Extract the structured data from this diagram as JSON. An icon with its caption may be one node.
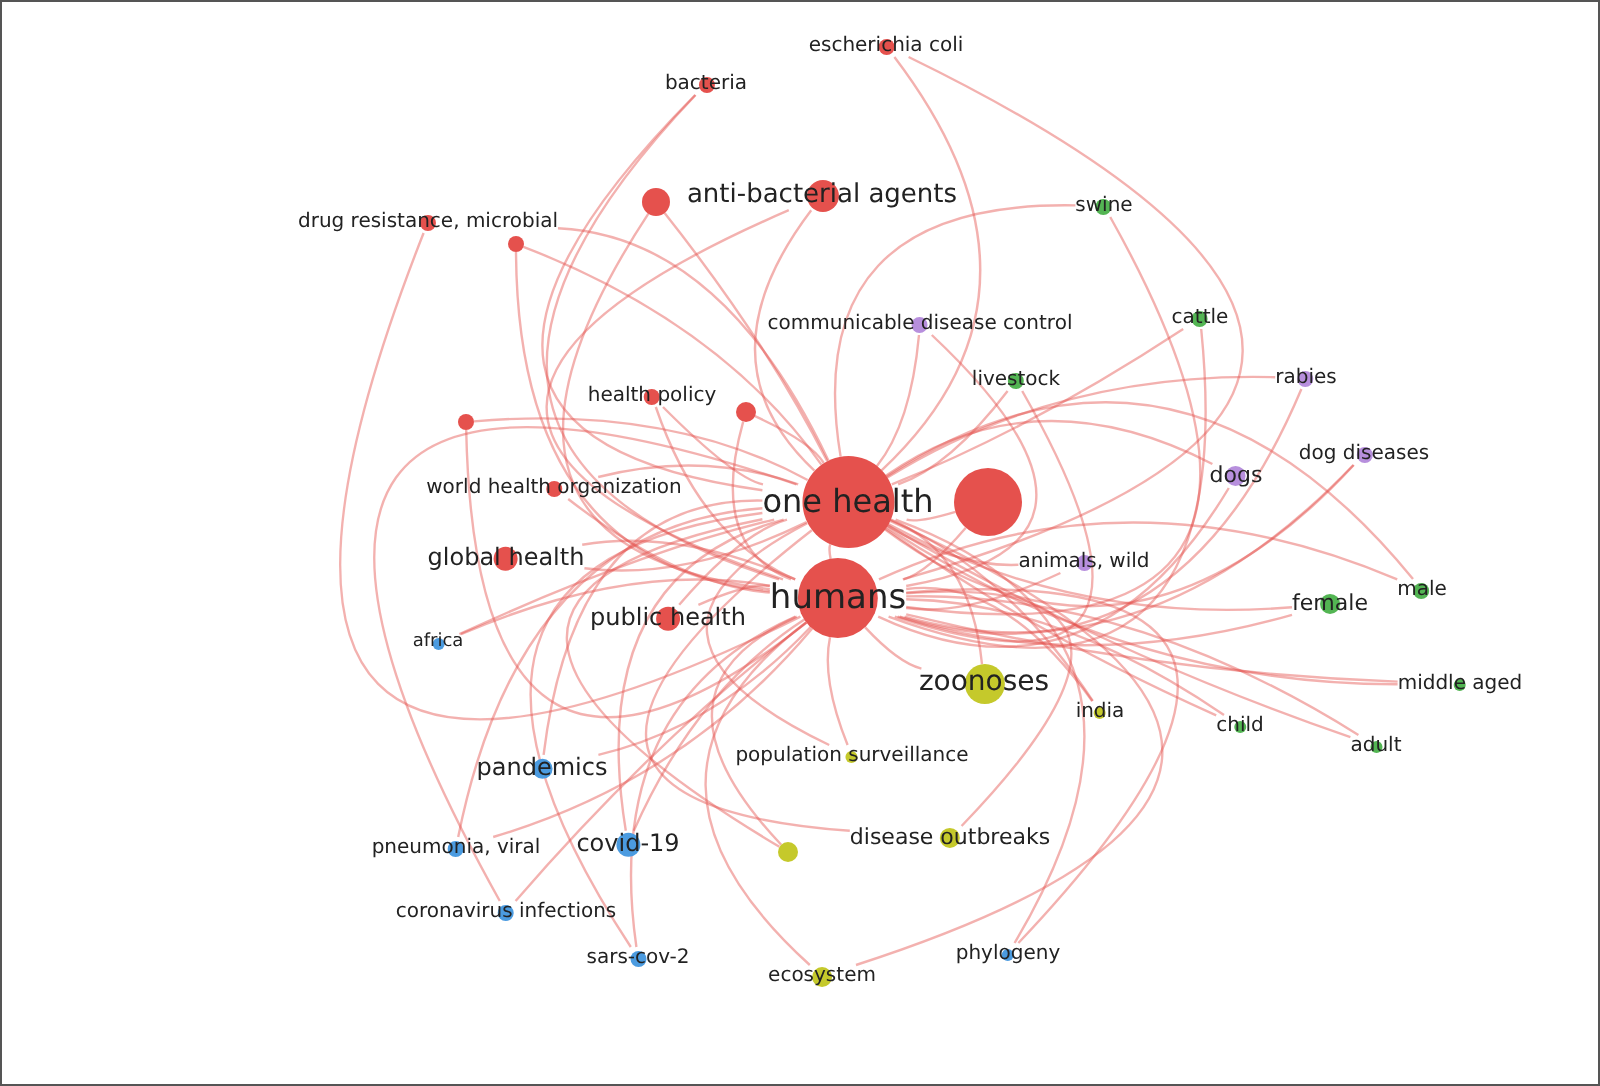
{
  "diagram": {
    "nodes": [
      {
        "text": [
          "escherichia coli"
        ]
      },
      {
        "text": [
          "bacteria"
        ]
      },
      {
        "text": [
          "drug resistance, microbial"
        ]
      },
      {
        "text": [],
        "shape": "circle"
      },
      {
        "text": [
          "anti-bacterial agents"
        ]
      },
      {
        "text": [],
        "shape": "circle"
      },
      {
        "text": [
          "swine"
        ]
      },
      {
        "text": [
          "communicable disease control"
        ]
      },
      {
        "text": [
          "cattle"
        ]
      },
      {
        "text": [
          "livestock"
        ]
      },
      {
        "text": [
          "rabies"
        ]
      },
      {
        "text": [
          "health policy"
        ]
      },
      {
        "text": [],
        "shape": "circle"
      },
      {
        "text": [],
        "shape": "circle"
      },
      {
        "text": [
          "dog diseases"
        ]
      },
      {
        "text": [
          "world health organization"
        ]
      },
      {
        "text": [
          "one health"
        ]
      },
      {
        "text": [],
        "shape": "circle"
      },
      {
        "text": [
          "dogs"
        ]
      },
      {
        "text": [
          "animals, wild"
        ]
      },
      {
        "text": [
          "global health"
        ]
      },
      {
        "text": [
          "humans"
        ]
      },
      {
        "text": [
          "public health"
        ]
      },
      {
        "text": [
          "africa"
        ]
      },
      {
        "text": [
          "female"
        ]
      },
      {
        "text": [
          "male"
        ]
      },
      {
        "text": [
          "zoonoses"
        ]
      },
      {
        "text": [
          "india"
        ]
      },
      {
        "text": [
          "middle aged"
        ]
      },
      {
        "text": [
          "child"
        ]
      },
      {
        "text": [
          "adult"
        ]
      },
      {
        "text": [
          "pandemics"
        ]
      },
      {
        "text": [
          "population surveillance"
        ]
      },
      {
        "text": [
          "pneumonia, viral"
        ]
      },
      {
        "text": [
          "covid-19"
        ]
      },
      {
        "text": [],
        "shape": "circle"
      },
      {
        "text": [
          "disease outbreaks"
        ]
      },
      {
        "text": [
          "coronavirus infections"
        ]
      },
      {
        "text": [
          "sars-cov-2"
        ]
      },
      {
        "text": [
          "phylogeny"
        ]
      },
      {
        "text": [
          "ecosystem"
        ]
      }
    ],
    "edges": [
      {
        "from": 16,
        "to": 0,
        "arrow": "none"
      },
      {
        "from": 16,
        "to": 1,
        "arrow": "none"
      },
      {
        "from": 16,
        "to": 2,
        "arrow": "none"
      },
      {
        "from": 16,
        "to": 3,
        "arrow": "none"
      },
      {
        "from": 16,
        "to": 4,
        "arrow": "none"
      },
      {
        "from": 16,
        "to": 5,
        "arrow": "none"
      },
      {
        "from": 16,
        "to": 6,
        "arrow": "none"
      },
      {
        "from": 16,
        "to": 7,
        "arrow": "none"
      },
      {
        "from": 16,
        "to": 8,
        "arrow": "none"
      },
      {
        "from": 16,
        "to": 9,
        "arrow": "none"
      },
      {
        "from": 16,
        "to": 10,
        "arrow": "none"
      },
      {
        "from": 16,
        "to": 11,
        "arrow": "none"
      },
      {
        "from": 16,
        "to": 12,
        "arrow": "none"
      },
      {
        "from": 16,
        "to": 13,
        "arrow": "none"
      },
      {
        "from": 16,
        "to": 14,
        "arrow": "none"
      },
      {
        "from": 16,
        "to": 15,
        "arrow": "none"
      },
      {
        "from": 16,
        "to": 17,
        "arrow": "none"
      },
      {
        "from": 16,
        "to": 18,
        "arrow": "none"
      },
      {
        "from": 16,
        "to": 19,
        "arrow": "none"
      },
      {
        "from": 16,
        "to": 20,
        "arrow": "none"
      },
      {
        "from": 16,
        "to": 21,
        "arrow": "none"
      },
      {
        "from": 16,
        "to": 22,
        "arrow": "none"
      },
      {
        "from": 16,
        "to": 23,
        "arrow": "none"
      },
      {
        "from": 16,
        "to": 24,
        "arrow": "none"
      },
      {
        "from": 16,
        "to": 25,
        "arrow": "none"
      },
      {
        "from": 16,
        "to": 26,
        "arrow": "none"
      },
      {
        "from": 16,
        "to": 27,
        "arrow": "none"
      },
      {
        "from": 16,
        "to": 28,
        "arrow": "none"
      },
      {
        "from": 16,
        "to": 29,
        "arrow": "none"
      },
      {
        "from": 16,
        "to": 30,
        "arrow": "none"
      },
      {
        "from": 16,
        "to": 31,
        "arrow": "none"
      },
      {
        "from": 16,
        "to": 32,
        "arrow": "none"
      },
      {
        "from": 16,
        "to": 33,
        "arrow": "none"
      },
      {
        "from": 16,
        "to": 34,
        "arrow": "none"
      },
      {
        "from": 16,
        "to": 35,
        "arrow": "none"
      },
      {
        "from": 16,
        "to": 36,
        "arrow": "none"
      },
      {
        "from": 16,
        "to": 37,
        "arrow": "none"
      },
      {
        "from": 16,
        "to": 38,
        "arrow": "none"
      },
      {
        "from": 16,
        "to": 39,
        "arrow": "none"
      },
      {
        "from": 16,
        "to": 40,
        "arrow": "none"
      },
      {
        "from": 21,
        "to": 0,
        "arrow": "none"
      },
      {
        "from": 21,
        "to": 1,
        "arrow": "none"
      },
      {
        "from": 21,
        "to": 2,
        "arrow": "none"
      },
      {
        "from": 21,
        "to": 3,
        "arrow": "none"
      },
      {
        "from": 21,
        "to": 4,
        "arrow": "none"
      },
      {
        "from": 21,
        "to": 5,
        "arrow": "none"
      },
      {
        "from": 21,
        "to": 6,
        "arrow": "none"
      },
      {
        "from": 21,
        "to": 7,
        "arrow": "none"
      },
      {
        "from": 21,
        "to": 8,
        "arrow": "none"
      },
      {
        "from": 21,
        "to": 9,
        "arrow": "none"
      },
      {
        "from": 21,
        "to": 10,
        "arrow": "none"
      },
      {
        "from": 21,
        "to": 11,
        "arrow": "none"
      },
      {
        "from": 21,
        "to": 12,
        "arrow": "none"
      },
      {
        "from": 21,
        "to": 13,
        "arrow": "none"
      },
      {
        "from": 21,
        "to": 14,
        "arrow": "none"
      },
      {
        "from": 21,
        "to": 15,
        "arrow": "none"
      },
      {
        "from": 21,
        "to": 17,
        "arrow": "none"
      },
      {
        "from": 21,
        "to": 18,
        "arrow": "none"
      },
      {
        "from": 21,
        "to": 19,
        "arrow": "none"
      },
      {
        "from": 21,
        "to": 20,
        "arrow": "none"
      },
      {
        "from": 21,
        "to": 22,
        "arrow": "none"
      },
      {
        "from": 21,
        "to": 23,
        "arrow": "none"
      },
      {
        "from": 21,
        "to": 24,
        "arrow": "none"
      },
      {
        "from": 21,
        "to": 25,
        "arrow": "none"
      },
      {
        "from": 21,
        "to": 26,
        "arrow": "none"
      },
      {
        "from": 21,
        "to": 27,
        "arrow": "none"
      },
      {
        "from": 21,
        "to": 28,
        "arrow": "none"
      },
      {
        "from": 21,
        "to": 29,
        "arrow": "none"
      },
      {
        "from": 21,
        "to": 30,
        "arrow": "none"
      },
      {
        "from": 21,
        "to": 31,
        "arrow": "none"
      },
      {
        "from": 21,
        "to": 32,
        "arrow": "none"
      },
      {
        "from": 21,
        "to": 33,
        "arrow": "none"
      },
      {
        "from": 21,
        "to": 34,
        "arrow": "none"
      },
      {
        "from": 21,
        "to": 35,
        "arrow": "none"
      },
      {
        "from": 21,
        "to": 36,
        "arrow": "none"
      },
      {
        "from": 21,
        "to": 37,
        "arrow": "none"
      },
      {
        "from": 21,
        "to": 38,
        "arrow": "none"
      },
      {
        "from": 21,
        "to": 39,
        "arrow": "none"
      },
      {
        "from": 21,
        "to": 40,
        "arrow": "none"
      }
    ]
  }
}
